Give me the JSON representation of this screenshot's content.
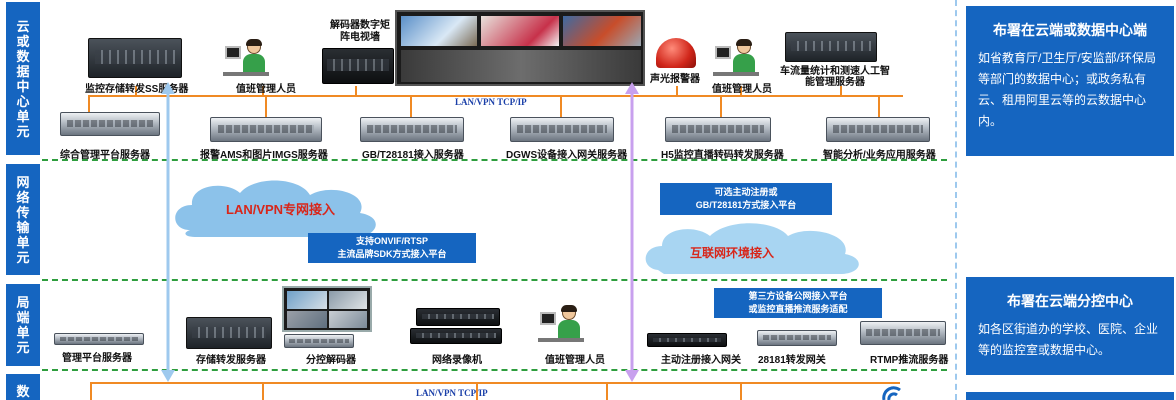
{
  "layers": [
    {
      "label": "云或数据中心单元"
    },
    {
      "label": "网络传输单元"
    },
    {
      "label": "局端单元"
    },
    {
      "label": "数"
    }
  ],
  "network": {
    "top_bus": "LAN/VPN TCP/IP",
    "bottom_bus": "LAN/VPN TCP/IP"
  },
  "cloud_devices": {
    "ss_server": "监控存储转发SS服务器",
    "duty_top": "值班管理人员",
    "video_wall_title": "解码器数字矩阵电视墙",
    "sound_alarm": "声光报警器",
    "duty_top2": "值班管理人员",
    "ai_server": "车流量统计和测速人工智能管理服务器",
    "mgmt_platform": "综合管理平台服务器",
    "ams_server": "报警AMS和图片IMGS服务器",
    "gb_server": "GB/T28181接入服务器",
    "dgws_server": "DGWS设备接入网关服务器",
    "h5_server": "H5监控直播转码转发服务器",
    "smart_server": "智能分析/业务应用服务器"
  },
  "transport": {
    "lan_cloud": "LAN/VPN专网接入",
    "onvif_line1": "支持ONVIF/RTSP",
    "onvif_line2": "主流品牌SDK方式接入平台",
    "reg_line1": "可选主动注册或",
    "reg_line2": "GB/T28181方式接入平台",
    "internet_cloud": "互联网环境接入"
  },
  "local_devices": {
    "mgmt_server": "管理平台服务器",
    "storage_server": "存储转发服务器",
    "decoder": "分控解码器",
    "nvr": "网络录像机",
    "duty": "值班管理人员",
    "gateway": "主动注册接入网关",
    "gw28181": "28181转发网关",
    "rtmp": "RTMP推流服务器",
    "third_line1": "第三方设备公网接入平台",
    "third_line2": "或监控直播推流服务适配"
  },
  "panels": [
    {
      "title": "布署在云端或数据中心端",
      "text": "如省教育厅/卫生厅/安监部/环保局等部门的数据中心；或政务私有云、租用阿里云等的云数据中心内。"
    },
    {
      "title": "布署在云端分控中心",
      "text": "如各区街道办的学校、医院、企业等的监控室或数据中心。"
    }
  ],
  "colors": {
    "accent": "#1565c0",
    "bus": "#f08a24",
    "divider": "#2e9e3e",
    "cloud": "#7fbbe8"
  }
}
